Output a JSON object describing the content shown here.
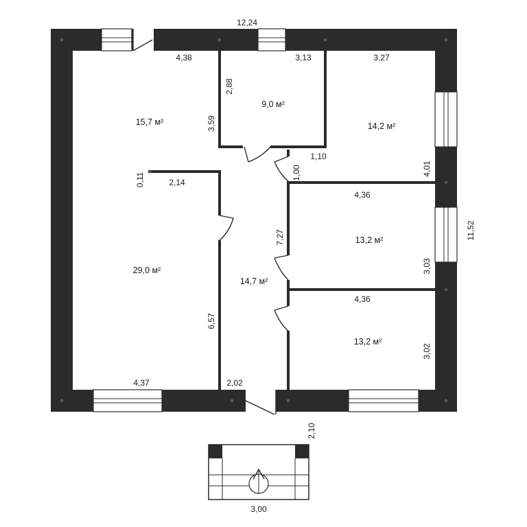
{
  "dimensions": {
    "overall_width": "12,24",
    "overall_depth": "11,52",
    "porch_offset": "2,10",
    "porch_width": "3,00",
    "room1_width": "4,38",
    "room1_depth": "3,59",
    "room1_wall_stub": "2,14",
    "room1_wall_gap": "0,11",
    "room2_width": "3,13",
    "room2_depth": "2,88",
    "room2_door_gap": "1,10",
    "room3_width": "3,27",
    "room3_depth": "4,01",
    "hall_door_gap": "1,00",
    "hall_length": "7,27",
    "room4_width": "4,36",
    "room4_depth": "3,03",
    "room5_width": "4,36",
    "room5_depth": "3,02",
    "living_depth": "6,57",
    "living_width": "4,37",
    "hall_width": "2,02"
  },
  "areas": {
    "room1": "15,7 м²",
    "room2": "9,0 м²",
    "room3": "14,2 м²",
    "living": "29,0 м²",
    "hall": "14,7 м²",
    "room4": "13,2 м²",
    "room5": "13,2 м²"
  }
}
